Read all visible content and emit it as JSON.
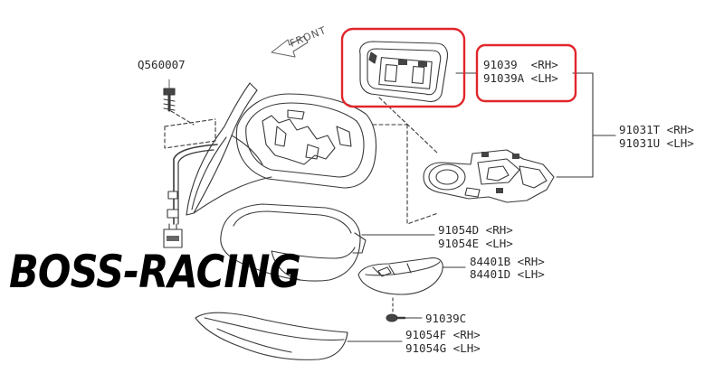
{
  "direction_label": "FRONT",
  "watermark": "BOSS-RACING",
  "parts": {
    "screw_top": "Q560007",
    "glass_rh": "91039  <RH>",
    "glass_lh": "91039A <LH>",
    "assembly_rh": "91031T <RH>",
    "assembly_lh": "91031U <LH>",
    "cover_rh": "91054D <RH>",
    "cover_lh": "91054E <LH>",
    "lamp_rh": "84401B <RH>",
    "lamp_lh": "84401D <LH>",
    "screw_bottom": "91039C",
    "garnish_rh": "91054F <RH>",
    "garnish_lh": "91054G <LH>"
  },
  "colors": {
    "line": "#3a3a3a",
    "highlight": "#e0262b",
    "watermark": "#000000"
  }
}
